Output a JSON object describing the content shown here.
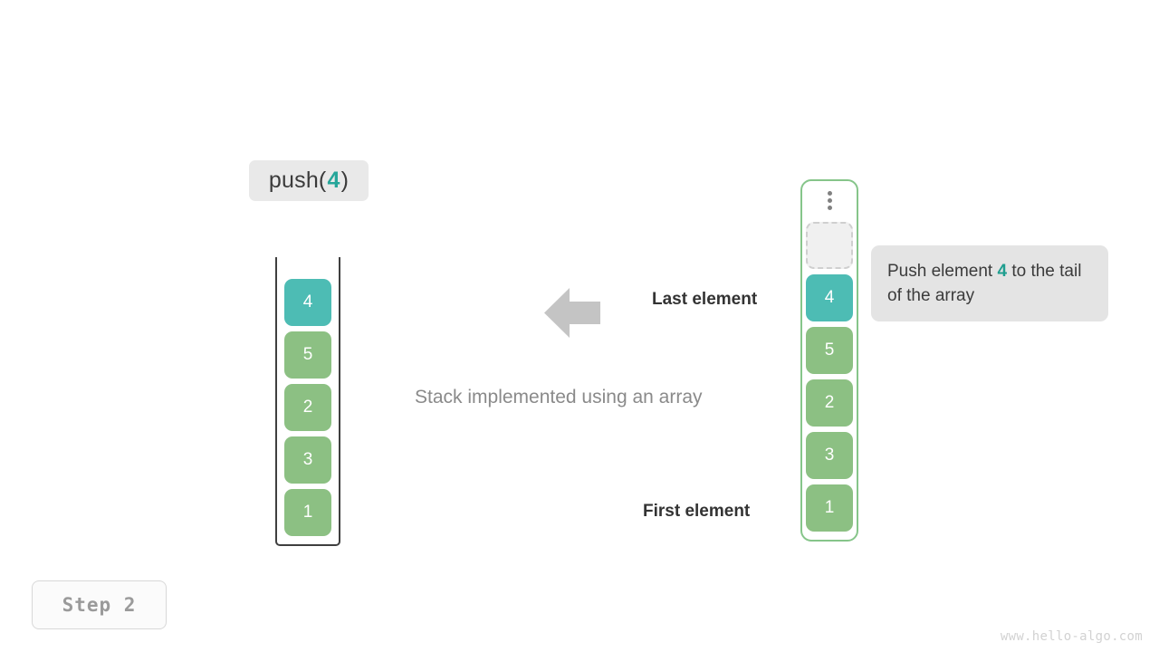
{
  "operation": {
    "prefix": "push(",
    "value": "4",
    "suffix": ")"
  },
  "caption": "Stack implemented using an array",
  "labels": {
    "last_element": "Last element",
    "first_element": "First element"
  },
  "note": {
    "part1": "Push element ",
    "accent": "4",
    "part2": " to the tail of the array"
  },
  "left_stack": {
    "name": "stack-container",
    "cells": [
      {
        "value": "4",
        "style": "teal"
      },
      {
        "value": "5",
        "style": "green"
      },
      {
        "value": "2",
        "style": "green"
      },
      {
        "value": "3",
        "style": "green"
      },
      {
        "value": "1",
        "style": "green"
      }
    ]
  },
  "right_array": {
    "name": "array-container",
    "overflow_indicator": "vertical-ellipsis",
    "cells": [
      {
        "value": "",
        "style": "empty"
      },
      {
        "value": "4",
        "style": "teal"
      },
      {
        "value": "5",
        "style": "green"
      },
      {
        "value": "2",
        "style": "green"
      },
      {
        "value": "3",
        "style": "green"
      },
      {
        "value": "1",
        "style": "green"
      }
    ]
  },
  "step_badge": "Step 2",
  "watermark": "www.hello-algo.com",
  "colors": {
    "teal": "#4dbcb4",
    "green": "#8cc083",
    "accent_text": "#26a69a",
    "arrow": "#c4c4c4",
    "note_bg": "#e4e4e4",
    "label_bg": "#e9e9e9",
    "array_border": "#86c58a",
    "stack_border": "#3f3f3f"
  }
}
